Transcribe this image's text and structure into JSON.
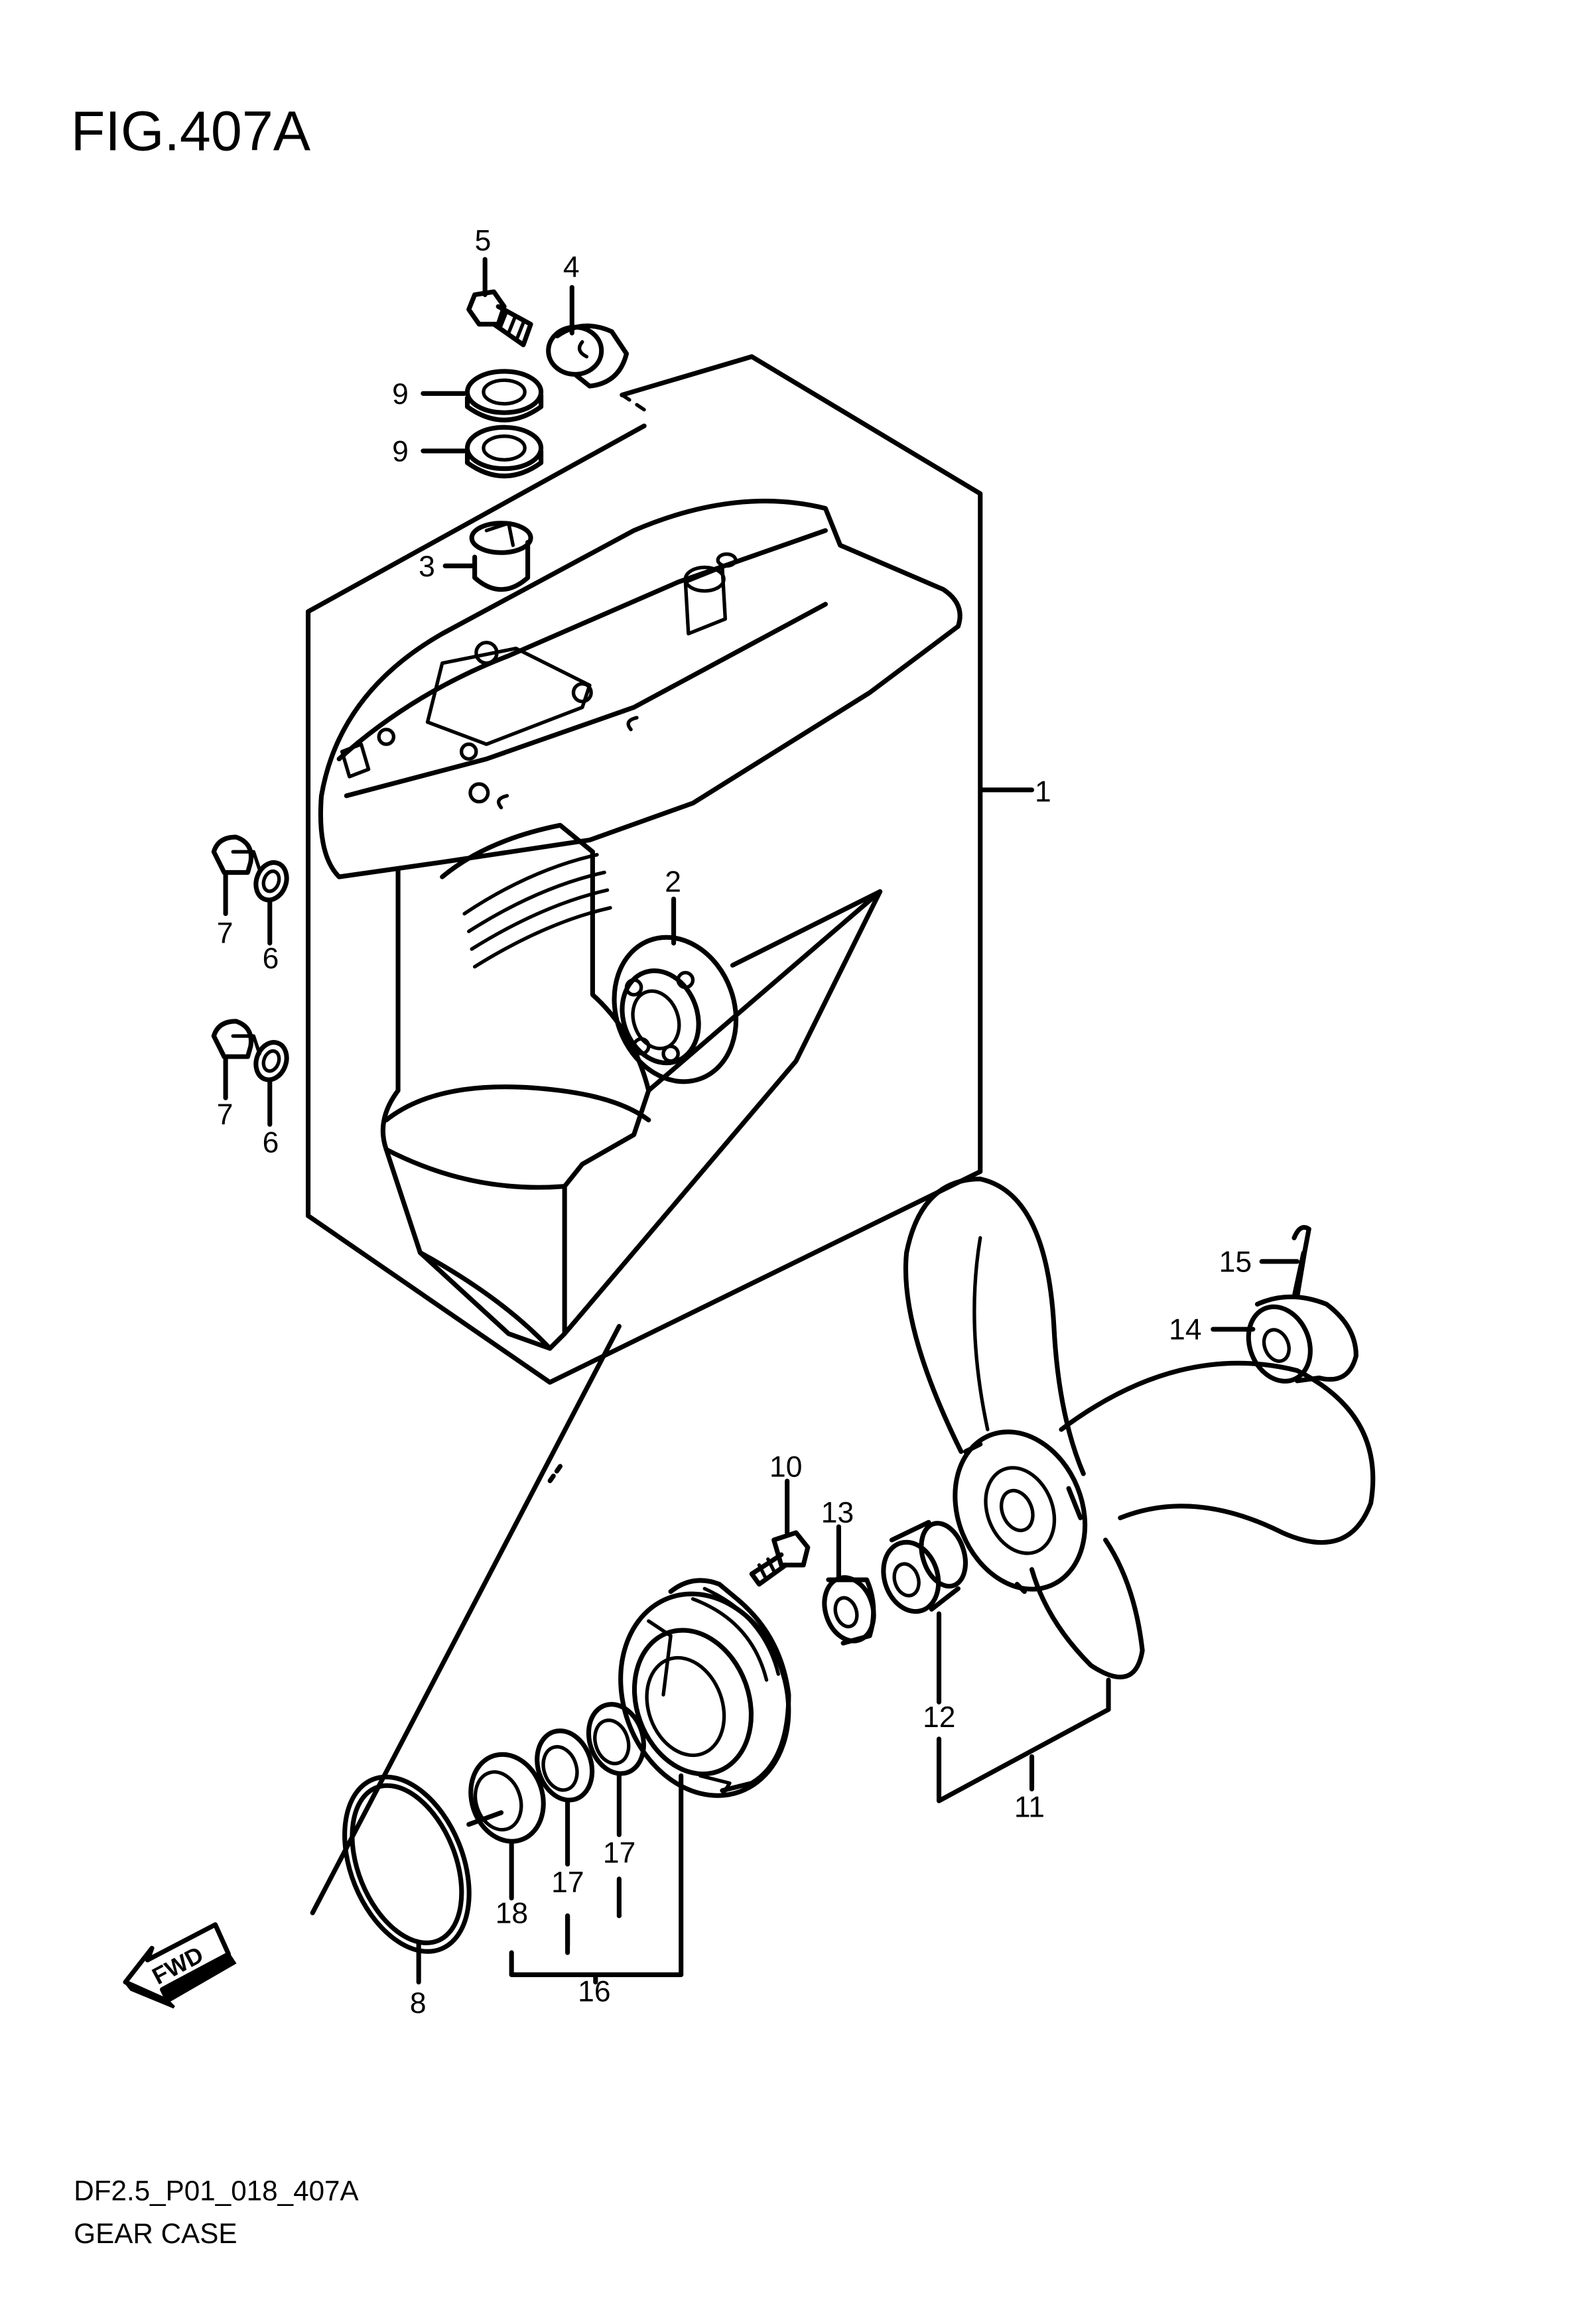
{
  "figure": {
    "title": "FIG.407A",
    "code": "DF2.5_P01_018_407A",
    "name": "GEAR CASE",
    "fwd_label": "FWD"
  },
  "callouts": [
    "1",
    "2",
    "3",
    "4",
    "5",
    "6",
    "6",
    "7",
    "7",
    "8",
    "9",
    "9",
    "10",
    "11",
    "12",
    "13",
    "14",
    "15",
    "16",
    "17",
    "17",
    "18"
  ]
}
